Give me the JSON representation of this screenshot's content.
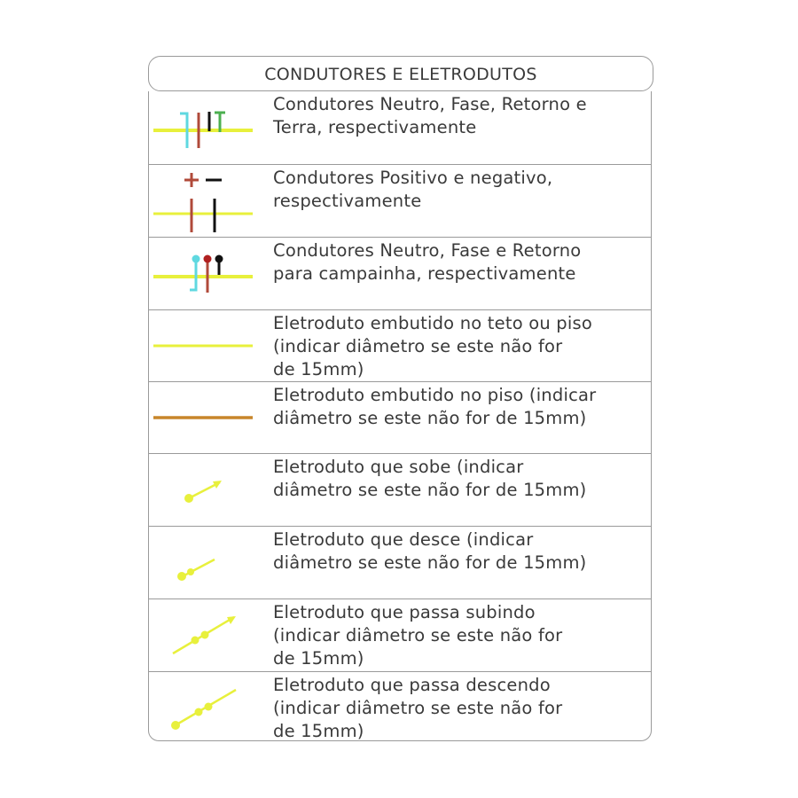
{
  "title": "CONDUTORES E ELETRODUTOS",
  "rows": [
    {
      "symbol": "neutral-phase-return-ground-conductors",
      "text": "Condutores Neutro, Fase, Retorno e\nTerra, respectivamente"
    },
    {
      "symbol": "positive-negative-conductors",
      "text": "Condutores Positivo e negativo,\nrespectivamente"
    },
    {
      "symbol": "doorbell-conductors",
      "text": "Condutores Neutro, Fase e Retorno\npara campainha, respectivamente"
    },
    {
      "symbol": "ceiling-floor-conduit",
      "text": "Eletroduto embutido no teto ou piso\n(indicar diâmetro se este não for\nde 15mm)"
    },
    {
      "symbol": "floor-conduit",
      "text": "Eletroduto embutido no piso (indicar\ndiâmetro se este não for de 15mm)"
    },
    {
      "symbol": "conduit-up",
      "text": "Eletroduto que sobe (indicar\ndiâmetro se este não for de 15mm)"
    },
    {
      "symbol": "conduit-down",
      "text": "Eletroduto que desce (indicar\ndiâmetro se este não for de 15mm)"
    },
    {
      "symbol": "conduit-passing-up",
      "text": "Eletroduto que passa subindo\n(indicar diâmetro se este não for\nde 15mm)"
    },
    {
      "symbol": "conduit-passing-down",
      "text": "Eletroduto que passa descendo\n(indicar diâmetro se este não for\nde 15mm)"
    }
  ],
  "colors": {
    "conduit": "#e8f03c",
    "floor_conduit": "#c8862a",
    "neutral": "#5fd8e0",
    "phase": "#b04a3a",
    "return": "#111111",
    "ground": "#4caf50",
    "border": "#9a9a9a"
  }
}
